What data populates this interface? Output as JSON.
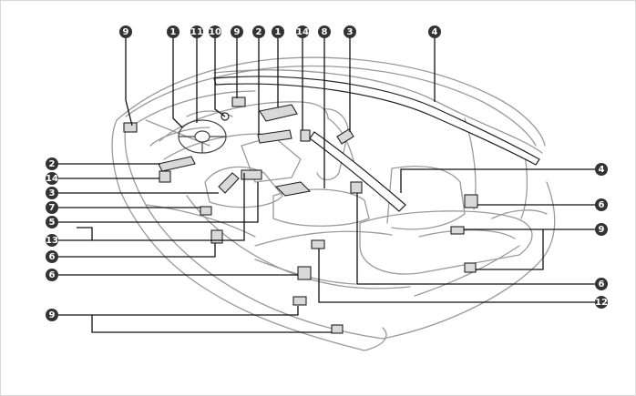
{
  "callouts": [
    {
      "id": "c1a",
      "label": "9"
    },
    {
      "id": "c1b",
      "label": "1"
    },
    {
      "id": "c1c",
      "label": "11"
    },
    {
      "id": "c1d",
      "label": "10"
    },
    {
      "id": "c1e",
      "label": "9"
    },
    {
      "id": "c1f",
      "label": "2"
    },
    {
      "id": "c1g",
      "label": "1"
    },
    {
      "id": "c1h",
      "label": "14"
    },
    {
      "id": "c1i",
      "label": "8"
    },
    {
      "id": "c1j",
      "label": "3"
    },
    {
      "id": "c1k",
      "label": "4"
    },
    {
      "id": "c2a",
      "label": "2"
    },
    {
      "id": "c2b",
      "label": "14"
    },
    {
      "id": "c2c",
      "label": "3"
    },
    {
      "id": "c2d",
      "label": "7"
    },
    {
      "id": "c2e",
      "label": "5"
    },
    {
      "id": "c2f",
      "label": "13"
    },
    {
      "id": "c2g",
      "label": "6"
    },
    {
      "id": "c2h",
      "label": "6"
    },
    {
      "id": "c2i",
      "label": "9"
    },
    {
      "id": "c3a",
      "label": "4"
    },
    {
      "id": "c3b",
      "label": "6"
    },
    {
      "id": "c3c",
      "label": "9"
    },
    {
      "id": "c3d",
      "label": "6"
    },
    {
      "id": "c3e",
      "label": "12"
    }
  ]
}
